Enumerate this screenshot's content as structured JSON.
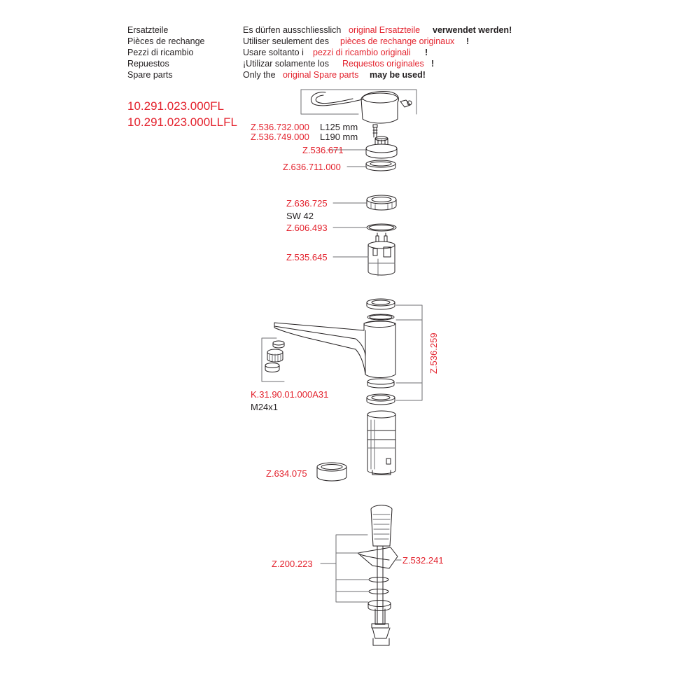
{
  "header": {
    "rows": [
      {
        "lang": "Ersatzteile",
        "pre": "Es dürfen ausschliesslich",
        "red": "original Ersatzteile",
        "post": "verwendet werden!"
      },
      {
        "lang": "Pièces de rechange",
        "pre": "Utiliser seulement des",
        "red": "pièces de rechange originaux",
        "post": "!"
      },
      {
        "lang": "Pezzi di ricambio",
        "pre": "Usare soltanto i",
        "red": "pezzi di ricambio originali",
        "post": "!"
      },
      {
        "lang": "Repuestos",
        "pre": "¡Utilizar solamente los",
        "red": "Requestos originales",
        "post": "!"
      },
      {
        "lang": "Spare parts",
        "pre": "Only the",
        "red": "original Spare parts",
        "post": "may be used!"
      }
    ]
  },
  "article_numbers": [
    "10.291.023.000FL",
    "10.291.023.000LLFL"
  ],
  "parts": {
    "lever_a": {
      "code": "Z.536.732.000",
      "size": "L125 mm"
    },
    "lever_b": {
      "code": "Z.536.749.000",
      "size": "L190 mm"
    },
    "p536671": "Z.536.671",
    "p636711": "Z.636.711.000",
    "p636725": "Z.636.725",
    "sw42": "SW 42",
    "p606493": "Z.606.493",
    "p535645": "Z.535.645",
    "p536259": "Z.536.259",
    "aerator": "K.31.90.01.000A31",
    "thread": "M24x1",
    "p634075": "Z.634.075",
    "p200223": "Z.200.223",
    "p532241": "Z.532.241"
  },
  "colors": {
    "label_red": "#e3222d",
    "text": "#231f20",
    "line": "#6d6e71"
  }
}
